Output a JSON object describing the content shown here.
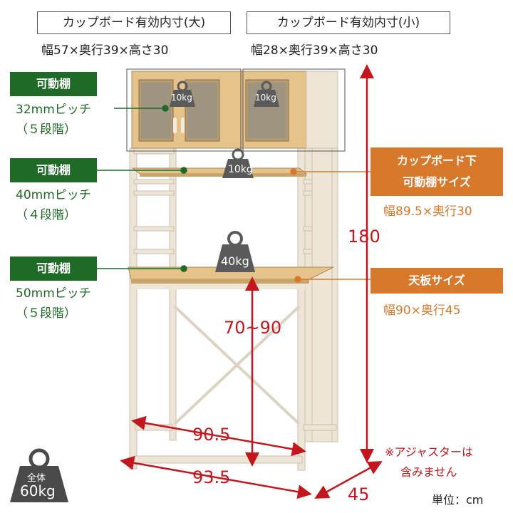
{
  "cupboard_large": {
    "title": "カップボード有効内寸(大)",
    "dims": "幅57×奥行39×高さ30"
  },
  "cupboard_small": {
    "title": "カップボード有効内寸(小)",
    "dims": "幅28×奥行39×高さ30"
  },
  "shelves": [
    {
      "label": "可動棚",
      "pitch": "32mmピッチ",
      "steps": "（５段階）"
    },
    {
      "label": "可動棚",
      "pitch": "40mmピッチ",
      "steps": "（４段階）"
    },
    {
      "label": "可動棚",
      "pitch": "50mmピッチ",
      "steps": "（５段階）"
    }
  ],
  "under_shelf": {
    "title_line1": "カップボード下",
    "title_line2": "可動棚サイズ",
    "dims": "幅89.5×奥行30"
  },
  "top_board": {
    "title": "天板サイズ",
    "dims": "幅90×奥行45"
  },
  "weights": {
    "cupboard_left": "10kg",
    "cupboard_right": "10kg",
    "shelf": "10kg",
    "table": "40kg",
    "total_label": "全体",
    "total": "60kg"
  },
  "measurements": {
    "height": "180",
    "table_height": "70~90",
    "inner_width": "90.5",
    "width": "93.5",
    "depth": "45"
  },
  "note": {
    "line1": "※アジャスターは",
    "line2": "含みません"
  },
  "unit": "単位：cm",
  "colors": {
    "green": "#1e6a26",
    "orange": "#d8782b",
    "red": "#c4161c",
    "wood": "#e6c38a",
    "frame": "#ede5d6"
  }
}
